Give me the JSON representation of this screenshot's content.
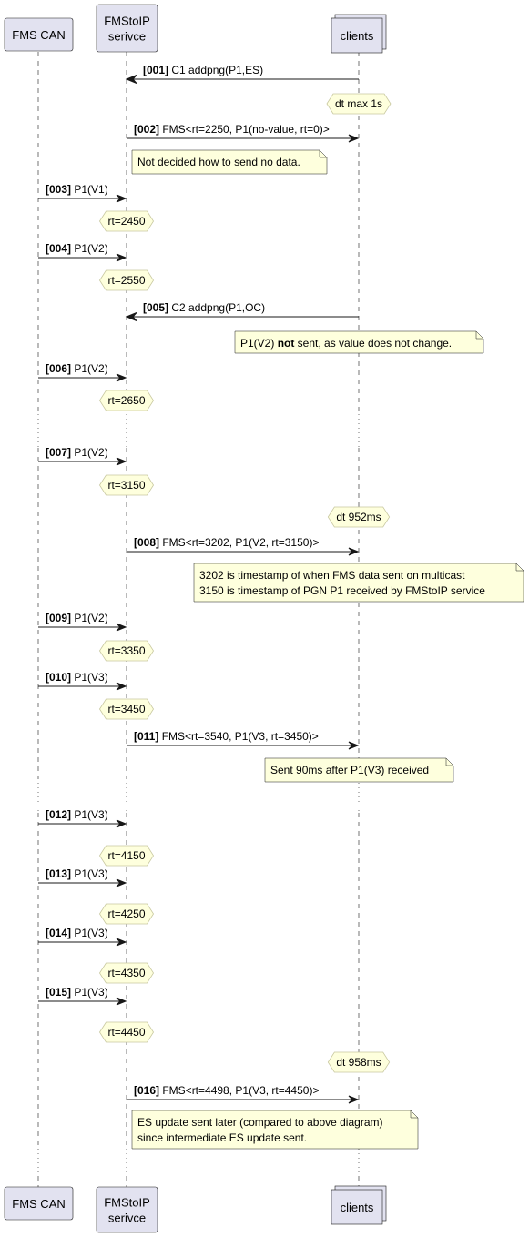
{
  "participants": [
    {
      "id": "fmscan",
      "lines": [
        "FMS CAN"
      ],
      "stacked": false
    },
    {
      "id": "fmstoip",
      "lines": [
        "FMStoIP",
        "serivce"
      ],
      "stacked": false
    },
    {
      "id": "clients",
      "lines": [
        "clients"
      ],
      "stacked": true
    }
  ],
  "messages": [
    {
      "num": "[001]",
      "text": "C1 addpng(P1,ES)",
      "from": "clients",
      "to": "fmstoip",
      "arrow": "filled"
    },
    {
      "num": "[002]",
      "text": "FMS<rt=2250, P1(no-value, rt=0)>",
      "from": "fmstoip",
      "to": "clients",
      "arrow": "open"
    },
    {
      "num": "[003]",
      "text": "P1(V1)",
      "from": "fmscan",
      "to": "fmstoip",
      "arrow": "open"
    },
    {
      "num": "[004]",
      "text": "P1(V2)",
      "from": "fmscan",
      "to": "fmstoip",
      "arrow": "open"
    },
    {
      "num": "[005]",
      "text": "C2 addpng(P1,OC)",
      "from": "clients",
      "to": "fmstoip",
      "arrow": "filled"
    },
    {
      "num": "[006]",
      "text": "P1(V2)",
      "from": "fmscan",
      "to": "fmstoip",
      "arrow": "open"
    },
    {
      "num": "[007]",
      "text": "P1(V2)",
      "from": "fmscan",
      "to": "fmstoip",
      "arrow": "open"
    },
    {
      "num": "[008]",
      "text": "FMS<rt=3202, P1(V2, rt=3150)>",
      "from": "fmstoip",
      "to": "clients",
      "arrow": "open"
    },
    {
      "num": "[009]",
      "text": "P1(V2)",
      "from": "fmscan",
      "to": "fmstoip",
      "arrow": "open"
    },
    {
      "num": "[010]",
      "text": "P1(V3)",
      "from": "fmscan",
      "to": "fmstoip",
      "arrow": "open"
    },
    {
      "num": "[011]",
      "text": "FMS<rt=3540, P1(V3, rt=3450)>",
      "from": "fmstoip",
      "to": "clients",
      "arrow": "open"
    },
    {
      "num": "[012]",
      "text": "P1(V3)",
      "from": "fmscan",
      "to": "fmstoip",
      "arrow": "open"
    },
    {
      "num": "[013]",
      "text": "P1(V3)",
      "from": "fmscan",
      "to": "fmstoip",
      "arrow": "open"
    },
    {
      "num": "[014]",
      "text": "P1(V3)",
      "from": "fmscan",
      "to": "fmstoip",
      "arrow": "open"
    },
    {
      "num": "[015]",
      "text": "P1(V3)",
      "from": "fmscan",
      "to": "fmstoip",
      "arrow": "open"
    },
    {
      "num": "[016]",
      "text": "FMS<rt=4498, P1(V3, rt=4450)>",
      "from": "fmstoip",
      "to": "clients",
      "arrow": "open"
    }
  ],
  "hexagons": [
    {
      "text": "dt max 1s",
      "on": "clients"
    },
    {
      "text": "rt=2450",
      "on": "fmstoip"
    },
    {
      "text": "rt=2550",
      "on": "fmstoip"
    },
    {
      "text": "rt=2650",
      "on": "fmstoip"
    },
    {
      "text": "rt=3150",
      "on": "fmstoip"
    },
    {
      "text": "dt 952ms",
      "on": "clients"
    },
    {
      "text": "rt=3350",
      "on": "fmstoip"
    },
    {
      "text": "rt=3450",
      "on": "fmstoip"
    },
    {
      "text": "rt=4150",
      "on": "fmstoip"
    },
    {
      "text": "rt=4250",
      "on": "fmstoip"
    },
    {
      "text": "rt=4350",
      "on": "fmstoip"
    },
    {
      "text": "rt=4450",
      "on": "fmstoip"
    },
    {
      "text": "dt 958ms",
      "on": "clients"
    }
  ],
  "notes": [
    {
      "lines": [
        [
          {
            "t": "Not decided how to send no data."
          }
        ]
      ]
    },
    {
      "lines": [
        [
          {
            "t": "P1(V2) "
          },
          {
            "t": "not",
            "b": true
          },
          {
            "t": " sent, as value does not change."
          }
        ]
      ]
    },
    {
      "lines": [
        [
          {
            "t": "3202 is timestamp of when FMS data sent on multicast"
          }
        ],
        [
          {
            "t": "3150 is timestamp of PGN P1 received by FMStoIP service"
          }
        ]
      ]
    },
    {
      "lines": [
        [
          {
            "t": "Sent 90ms after P1(V3) received"
          }
        ]
      ]
    },
    {
      "lines": [
        [
          {
            "t": "ES update sent later (compared to above diagram)"
          }
        ],
        [
          {
            "t": "since intermediate ES update sent."
          }
        ]
      ]
    }
  ],
  "colors": {
    "participant_fill": "#E2E2F0",
    "participant_border": "#181818",
    "note_fill": "#FEFFDD",
    "note_border": "#181818",
    "lifeline": "#181818"
  }
}
